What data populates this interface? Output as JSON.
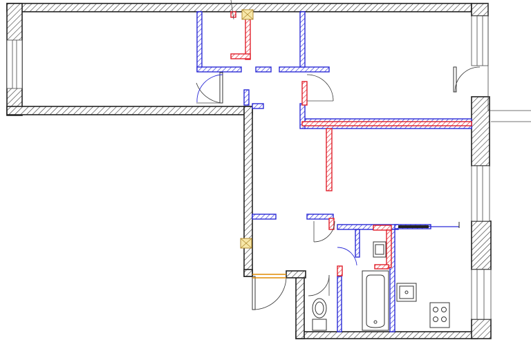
{
  "plan": {
    "legend_colors": {
      "existing_wall": "#222222",
      "new_wall": "#2a2ad6",
      "demolished_wall": "#e0202a",
      "opening": "#e08a00"
    },
    "fixtures": [
      "bathtub",
      "toilet",
      "washbasin",
      "kitchen-sink",
      "stove",
      "ventilation-shaft"
    ]
  }
}
